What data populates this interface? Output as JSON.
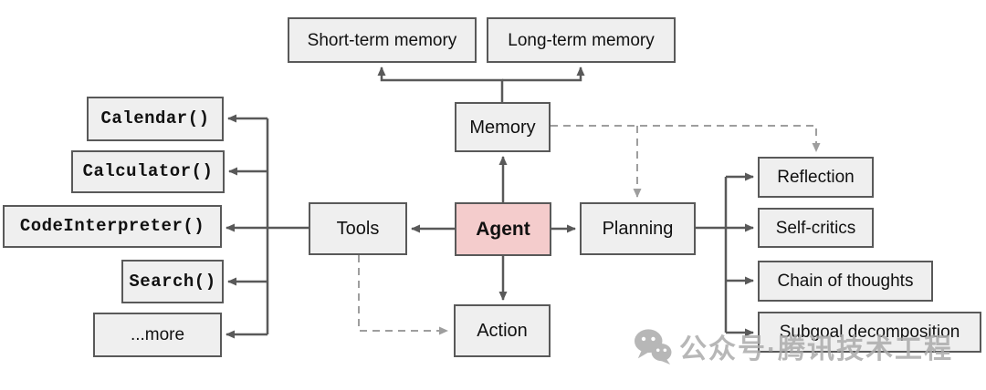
{
  "diagram": {
    "nodes": {
      "short_term_memory": {
        "label": "Short-term memory"
      },
      "long_term_memory": {
        "label": "Long-term memory"
      },
      "memory": {
        "label": "Memory"
      },
      "agent": {
        "label": "Agent"
      },
      "tools": {
        "label": "Tools"
      },
      "planning": {
        "label": "Planning"
      },
      "action": {
        "label": "Action"
      },
      "calendar": {
        "label": "Calendar()"
      },
      "calculator": {
        "label": "Calculator()"
      },
      "code_interpreter": {
        "label": "CodeInterpreter()"
      },
      "search": {
        "label": "Search()"
      },
      "more": {
        "label": "...more"
      },
      "reflection": {
        "label": "Reflection"
      },
      "self_critics": {
        "label": "Self-critics"
      },
      "chain_of_thoughts": {
        "label": "Chain of thoughts"
      },
      "subgoal_decomposition": {
        "label": "Subgoal decomposition"
      }
    },
    "edges": [
      {
        "from": "Memory",
        "to": "Short-term memory",
        "style": "solid"
      },
      {
        "from": "Memory",
        "to": "Long-term memory",
        "style": "solid"
      },
      {
        "from": "Agent",
        "to": "Memory",
        "style": "solid"
      },
      {
        "from": "Agent",
        "to": "Tools",
        "style": "solid"
      },
      {
        "from": "Agent",
        "to": "Planning",
        "style": "solid"
      },
      {
        "from": "Agent",
        "to": "Action",
        "style": "solid"
      },
      {
        "from": "Tools",
        "to": "Calendar()",
        "style": "solid"
      },
      {
        "from": "Tools",
        "to": "Calculator()",
        "style": "solid"
      },
      {
        "from": "Tools",
        "to": "CodeInterpreter()",
        "style": "solid"
      },
      {
        "from": "Tools",
        "to": "Search()",
        "style": "solid"
      },
      {
        "from": "Tools",
        "to": "...more",
        "style": "solid"
      },
      {
        "from": "Planning",
        "to": "Reflection",
        "style": "solid"
      },
      {
        "from": "Planning",
        "to": "Self-critics",
        "style": "solid"
      },
      {
        "from": "Planning",
        "to": "Chain of thoughts",
        "style": "solid"
      },
      {
        "from": "Planning",
        "to": "Subgoal decomposition",
        "style": "solid"
      },
      {
        "from": "Memory",
        "to": "Planning",
        "style": "dashed"
      },
      {
        "from": "Memory",
        "to": "Reflection",
        "style": "dashed"
      },
      {
        "from": "Tools",
        "to": "Action",
        "style": "dashed"
      }
    ],
    "colors": {
      "node_fill": "#efefef",
      "node_border": "#595959",
      "agent_fill": "#f4cccc",
      "solid_edge": "#595959",
      "dashed_edge": "#9e9e9e"
    }
  },
  "watermark": {
    "text": "公众号·腾讯技术工程",
    "icon": "wechat-icon",
    "color": "#ababab"
  }
}
